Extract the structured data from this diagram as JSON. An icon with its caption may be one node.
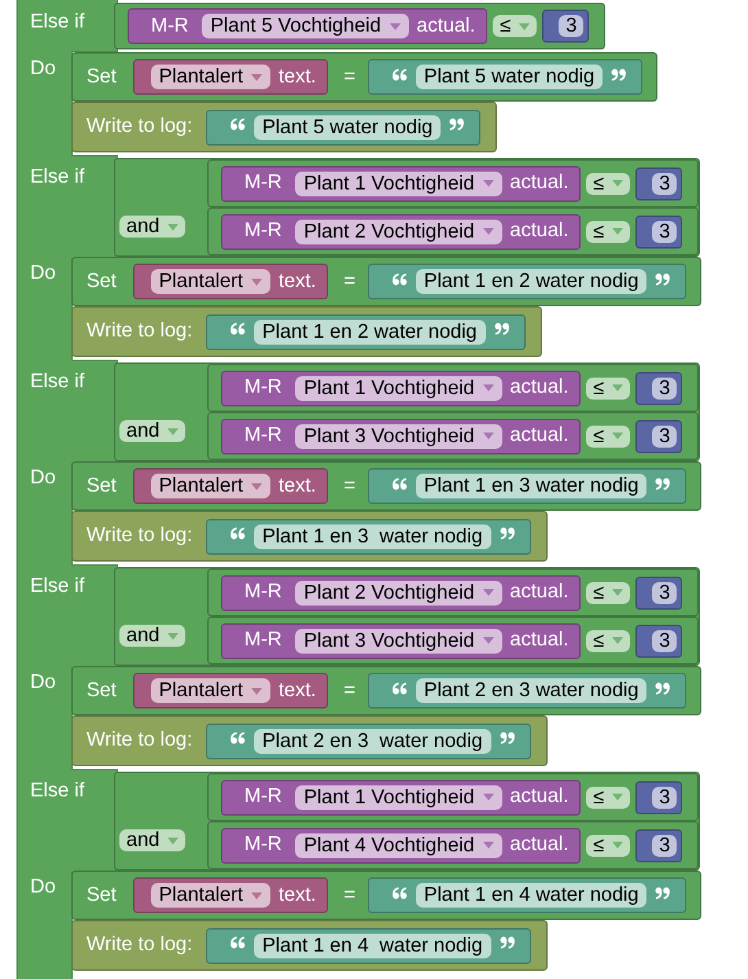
{
  "diagram": {
    "nodes": [
      {
        "text": [
          "Else if",
          "Do",
          "Else if",
          "Do",
          "Else if",
          "Do",
          "Else if",
          "Do",
          "Else if",
          "Do"
        ]
      },
      {
        "text": [
          "≤"
        ]
      },
      {
        "text": [
          "M-R",
          "Plant 5 Vochtigheid",
          "actual."
        ],
        "in": 1
      },
      {
        "text": [
          "3"
        ],
        "in": 1
      },
      {
        "text": [
          "Set",
          "="
        ]
      },
      {
        "text": [
          "Plantalert",
          "text."
        ],
        "in": 4
      },
      {
        "text": [
          "Plant 5 water nodig"
        ],
        "in": 4
      },
      {
        "text": [
          "Write to log:"
        ]
      },
      {
        "text": [
          "Plant 5 water nodig"
        ],
        "in": 7
      },
      {
        "text": [
          "and"
        ]
      },
      {
        "text": [
          "≤"
        ],
        "in": 9
      },
      {
        "text": [
          "M-R",
          "Plant 1 Vochtigheid",
          "actual."
        ],
        "in": 10
      },
      {
        "text": [
          "3"
        ],
        "in": 10
      },
      {
        "text": [
          "≤"
        ],
        "in": 9
      },
      {
        "text": [
          "M-R",
          "Plant 2 Vochtigheid",
          "actual."
        ],
        "in": 13
      },
      {
        "text": [
          "3"
        ],
        "in": 13
      },
      {
        "text": [
          "Set",
          "="
        ]
      },
      {
        "text": [
          "Plantalert",
          "text."
        ],
        "in": 16
      },
      {
        "text": [
          "Plant 1 en 2 water nodig"
        ],
        "in": 16
      },
      {
        "text": [
          "Write to log:"
        ]
      },
      {
        "text": [
          "Plant 1 en 2 water nodig"
        ],
        "in": 19
      },
      {
        "text": [
          "and"
        ]
      },
      {
        "text": [
          "≤"
        ],
        "in": 21
      },
      {
        "text": [
          "M-R",
          "Plant 1 Vochtigheid",
          "actual."
        ],
        "in": 22
      },
      {
        "text": [
          "3"
        ],
        "in": 22
      },
      {
        "text": [
          "≤"
        ],
        "in": 21
      },
      {
        "text": [
          "M-R",
          "Plant 3 Vochtigheid",
          "actual."
        ],
        "in": 25
      },
      {
        "text": [
          "3"
        ],
        "in": 25
      },
      {
        "text": [
          "Set",
          "="
        ]
      },
      {
        "text": [
          "Plantalert",
          "text."
        ],
        "in": 28
      },
      {
        "text": [
          "Plant 1 en 3 water nodig"
        ],
        "in": 28
      },
      {
        "text": [
          "Write to log:"
        ]
      },
      {
        "text": [
          "Plant 1 en 3  water nodig"
        ],
        "in": 31
      },
      {
        "text": [
          "and"
        ]
      },
      {
        "text": [
          "≤"
        ],
        "in": 33
      },
      {
        "text": [
          "M-R",
          "Plant 2 Vochtigheid",
          "actual."
        ],
        "in": 34
      },
      {
        "text": [
          "3"
        ],
        "in": 34
      },
      {
        "text": [
          "≤"
        ],
        "in": 33
      },
      {
        "text": [
          "M-R",
          "Plant 3 Vochtigheid",
          "actual."
        ],
        "in": 37
      },
      {
        "text": [
          "3"
        ],
        "in": 37
      },
      {
        "text": [
          "Set",
          "="
        ]
      },
      {
        "text": [
          "Plantalert",
          "text."
        ],
        "in": 40
      },
      {
        "text": [
          "Plant 2 en 3 water nodig"
        ],
        "in": 40
      },
      {
        "text": [
          "Write to log:"
        ]
      },
      {
        "text": [
          "Plant 2 en 3  water nodig"
        ],
        "in": 43
      },
      {
        "text": [
          "and"
        ]
      },
      {
        "text": [
          "≤"
        ],
        "in": 45
      },
      {
        "text": [
          "M-R",
          "Plant 1 Vochtigheid",
          "actual."
        ],
        "in": 46
      },
      {
        "text": [
          "3"
        ],
        "in": 46
      },
      {
        "text": [
          "≤"
        ],
        "in": 45
      },
      {
        "text": [
          "M-R",
          "Plant 4 Vochtigheid",
          "actual."
        ],
        "in": 49
      },
      {
        "text": [
          "3"
        ],
        "in": 49
      },
      {
        "text": [
          "Set",
          "="
        ]
      },
      {
        "text": [
          "Plantalert",
          "text."
        ],
        "in": 52
      },
      {
        "text": [
          "Plant 1 en 4 water nodig"
        ],
        "in": 52
      },
      {
        "text": [
          "Write to log:"
        ]
      },
      {
        "text": [
          "Plant 1 en 4  water nodig"
        ],
        "in": 55
      }
    ]
  }
}
